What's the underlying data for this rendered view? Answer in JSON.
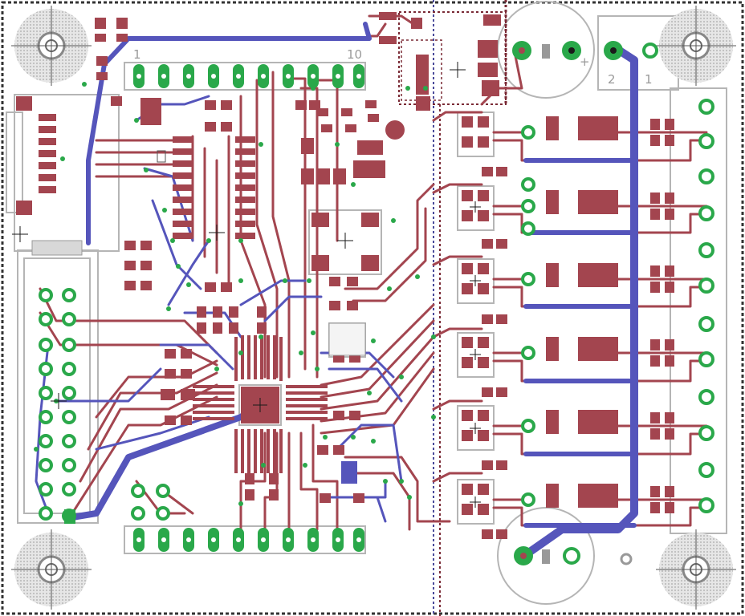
{
  "labels": {
    "header_top_first": "1",
    "header_top_last": "10",
    "terminal_pin_a": "2",
    "terminal_pin_b": "1",
    "cap_plus": "+"
  },
  "colors": {
    "top_copper": "#a3454f",
    "bottom_copper": "#5555bb",
    "pad": "#a3454f",
    "via": "#2aa84a",
    "silk": "#b5b5b5",
    "outline": "#333333",
    "background": "#ffffff"
  },
  "icons": {
    "mounting_hole": "mounting-hole-icon",
    "via": "via-icon",
    "cross": "crosshair-icon"
  }
}
